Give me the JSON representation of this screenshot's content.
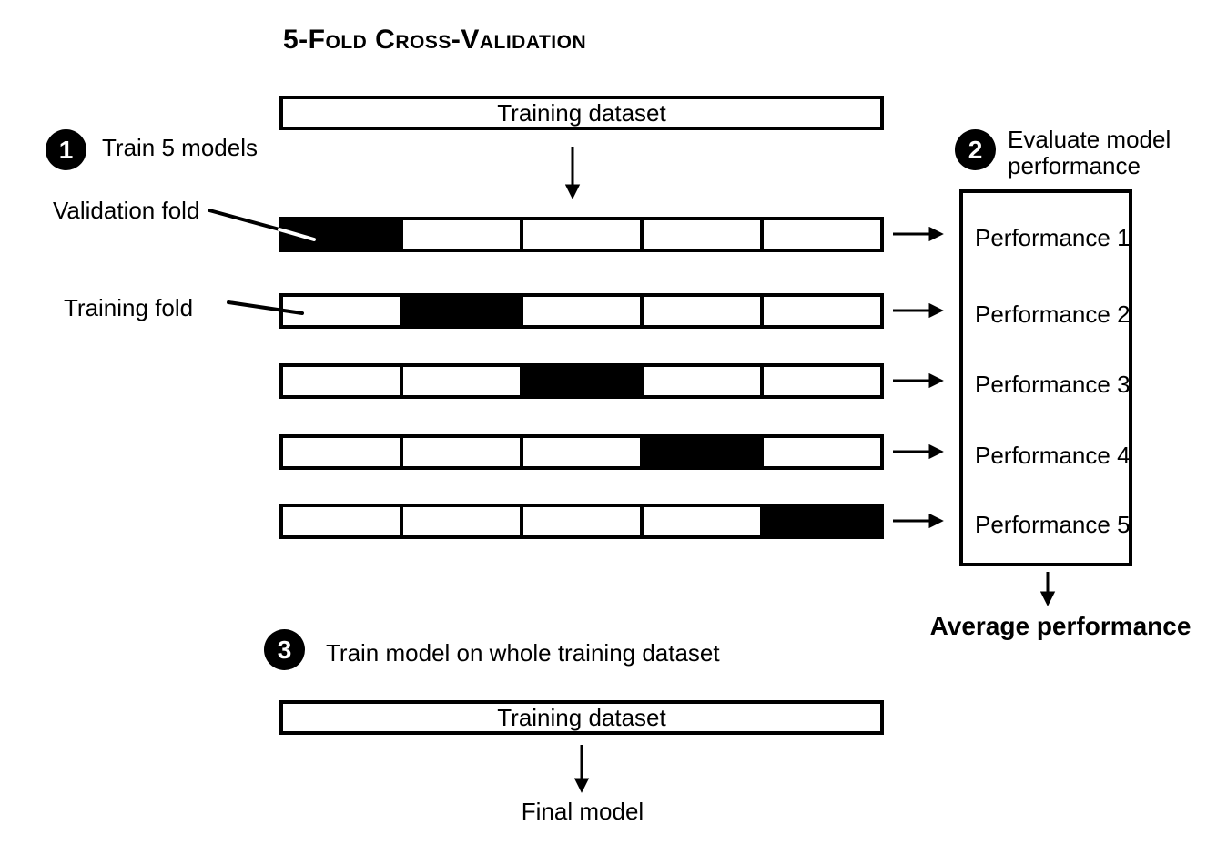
{
  "title": "5-Fold Cross-Validation",
  "colors": {
    "ink": "#000000",
    "paper": "#ffffff"
  },
  "top_section": {
    "dataset_label": "Training dataset"
  },
  "steps": [
    {
      "number": "1",
      "label": "Train 5 models"
    },
    {
      "number": "2",
      "label": "Evaluate model performance"
    },
    {
      "number": "3",
      "label": "Train model on whole training dataset"
    }
  ],
  "fold_labels": {
    "validation": "Validation fold",
    "training": "Training fold"
  },
  "folds": {
    "segments_per_row": 5,
    "rows": [
      {
        "validation_index": 0
      },
      {
        "validation_index": 1
      },
      {
        "validation_index": 2
      },
      {
        "validation_index": 3
      },
      {
        "validation_index": 4
      }
    ]
  },
  "performance": {
    "items": [
      "Performance 1",
      "Performance 2",
      "Performance 3",
      "Performance 4",
      "Performance 5"
    ],
    "average_label": "Average performance"
  },
  "bottom_section": {
    "dataset_label": "Training dataset",
    "final_label": "Final model"
  }
}
